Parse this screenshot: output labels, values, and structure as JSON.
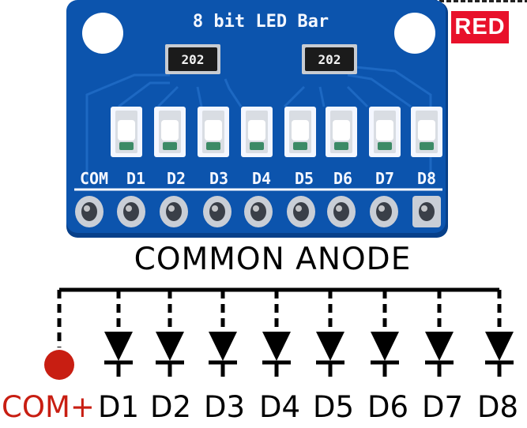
{
  "board": {
    "title": "8 bit LED Bar",
    "resistor_code": "202",
    "pins": [
      "COM",
      "D1",
      "D2",
      "D3",
      "D4",
      "D5",
      "D6",
      "D7",
      "D8"
    ]
  },
  "badge": {
    "text": "RED",
    "color": "#e8112b"
  },
  "schematic": {
    "title": "COMMON ANODE",
    "com_label": "COM+",
    "com_color": "#c81e12",
    "labels": [
      "D1",
      "D2",
      "D3",
      "D4",
      "D5",
      "D6",
      "D7",
      "D8"
    ]
  },
  "colors": {
    "pcb": "#0c54ad",
    "pcb_dark": "#07408a",
    "pcb_trace": "#1d68c2",
    "silkscreen": "#f4f7ff"
  }
}
